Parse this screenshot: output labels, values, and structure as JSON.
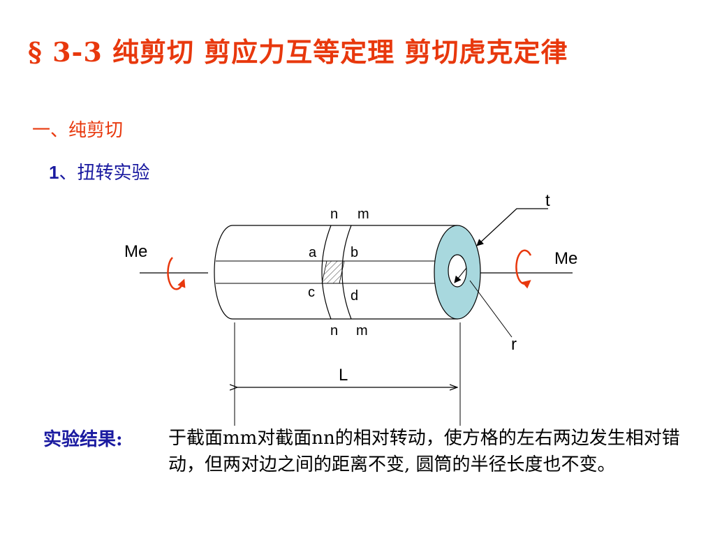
{
  "title": "§ 3-3 纯剪切  剪应力互等定理  剪切虎克定律",
  "section": "一、纯剪切",
  "subsection": {
    "number": "1",
    "label": "、扭转实验"
  },
  "diagram": {
    "labels": {
      "t": "t",
      "r": "r",
      "L": "L",
      "me_left": "Me",
      "me_right": "Me",
      "n_top": "n",
      "m_top": "m",
      "n_bottom": "n",
      "m_bottom": "m",
      "a": "a",
      "b": "b",
      "c": "c",
      "d": "d"
    },
    "colors": {
      "tube_face": "#a8d8de",
      "torque_arrow": "#e8380d"
    }
  },
  "result": {
    "label": "实验结果:",
    "text": "于截面mm对截面nn的相对转动，使方格的左右两边发生相对错动，但两对边之间的距离不变, 圆筒的半径长度也不变。"
  }
}
